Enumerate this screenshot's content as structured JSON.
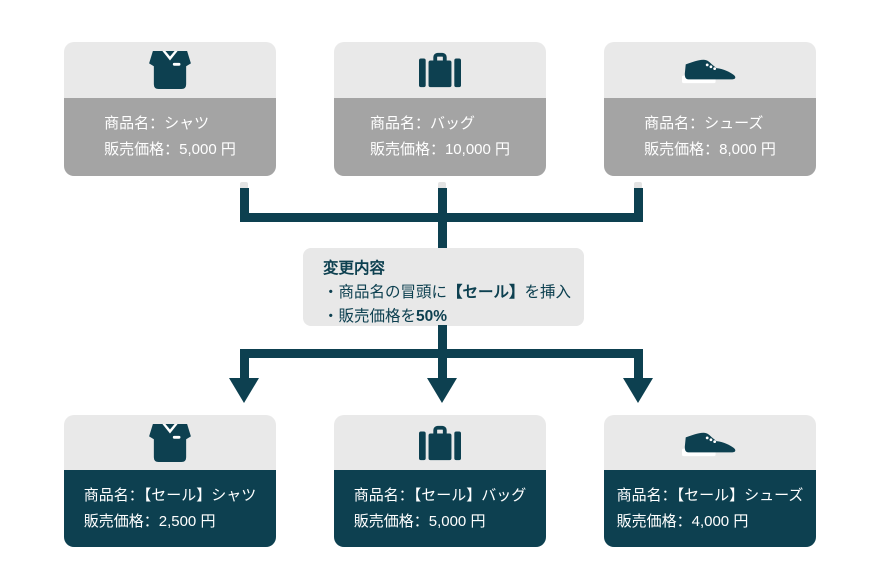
{
  "colors": {
    "teal": "#0d4050",
    "gray_body": "#a4a4a4",
    "light_header": "#e9e9e9",
    "change_box_bg": "#e8e8e8",
    "card_text": "#ffffff",
    "connector_cap": "#e3e3e3",
    "background": "#ffffff"
  },
  "cards": {
    "top": [
      {
        "icon": "shirt-icon",
        "name": "商品名：シャツ",
        "price": "販売価格：5,000 円"
      },
      {
        "icon": "bag-icon",
        "name": "商品名：バッグ",
        "price": "販売価格：10,000 円"
      },
      {
        "icon": "shoes-icon",
        "name": "商品名：シューズ",
        "price": "販売価格：8,000 円"
      }
    ],
    "bottom": [
      {
        "icon": "shirt-icon",
        "name": "商品名：【セール】シャツ",
        "price": "販売価格：2,500 円"
      },
      {
        "icon": "bag-icon",
        "name": "商品名：【セール】バッグ",
        "price": "販売価格：5,000 円"
      },
      {
        "icon": "shoes-icon",
        "name": "商品名：【セール】シューズ",
        "price": "販売価格：4,000 円"
      }
    ]
  },
  "change_box": {
    "title": "変更内容",
    "line1_pre": "・商品名の冒頭に",
    "line1_bold": "【セール】",
    "line1_post": "を挿入",
    "line2_pre": "・販売価格を",
    "line2_bold": "50%"
  }
}
